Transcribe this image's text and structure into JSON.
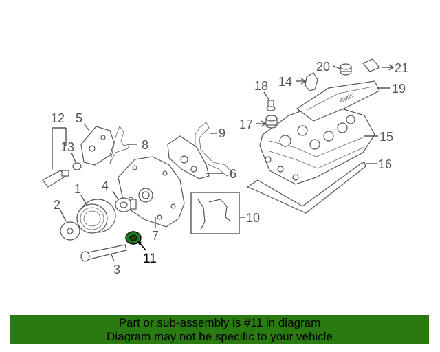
{
  "diagram": {
    "labels": {
      "p1": "1",
      "p2": "2",
      "p3": "3",
      "p4": "4",
      "p5": "5",
      "p6": "6",
      "p7": "7",
      "p8": "8",
      "p9": "9",
      "p10": "10",
      "p11": "11",
      "p12": "12",
      "p13": "13",
      "p14": "14",
      "p15": "15",
      "p16": "16",
      "p17": "17",
      "p18": "18",
      "p19": "19",
      "p20": "20",
      "p21": "21"
    },
    "highlighted_part": "11",
    "highlight_color": "#1f7a1f"
  },
  "banner": {
    "line1": "Part or sub-assembly is #11 in diagram",
    "line2": "Diagram may not be specific to your vehicle",
    "background": "#2a7a12"
  }
}
